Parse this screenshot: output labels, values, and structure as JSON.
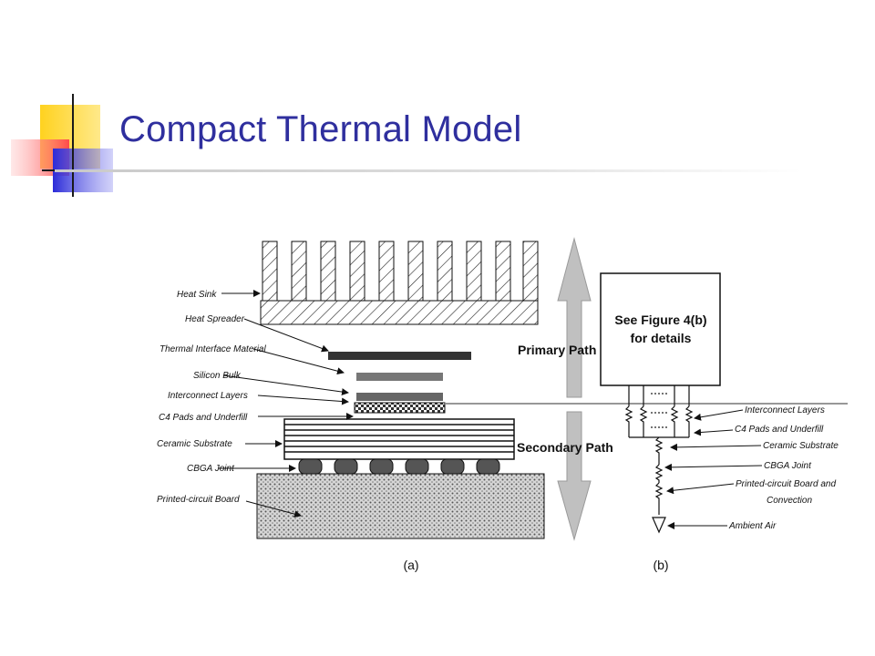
{
  "slide": {
    "title": "Compact Thermal Model"
  },
  "figure": {
    "left_labels": [
      "Heat Sink",
      "Heat Spreader",
      "Thermal Interface Material",
      "Silicon Bulk",
      "Interconnect Layers",
      "C4 Pads and Underfill",
      "Ceramic Substrate",
      "CBGA Joint",
      "Printed-circuit Board"
    ],
    "primary_path": "Primary Path",
    "secondary_path": "Secondary Path",
    "box_text_line1": "See Figure 4(b)",
    "box_text_line2": "for details",
    "right_labels": [
      "Interconnect Layers",
      "C4 Pads and Underfill",
      "Ceramic Substrate",
      "CBGA Joint",
      "Printed-circuit Board and",
      "Convection",
      "Ambient Air"
    ],
    "caption_a": "(a)",
    "caption_b": "(b)"
  },
  "colors": {
    "title": "#2f2f9e",
    "arrow": "#c0c0c0",
    "logo_yellow": "#ffd21f",
    "logo_blue": "#2b2bd8",
    "logo_red": "#ff5b5b"
  }
}
